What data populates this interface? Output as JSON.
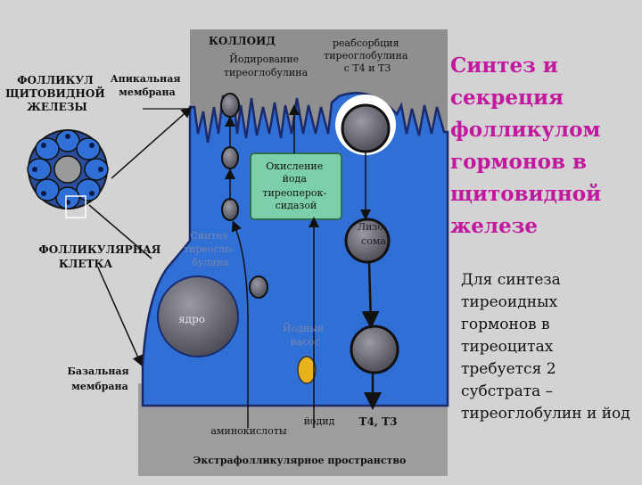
{
  "title": "Синтез и секреция фолликулом гормонов в щитовидной железе",
  "description": "Для синтеза тиреоидных гормонов в тиреоцитах требуется 2 субстрата – тиреоглобулин и йод",
  "diagram": {
    "colloid": "КОЛЛОИД",
    "iodination": [
      "Йодирование",
      "тиреоглобулина"
    ],
    "reabsorption": [
      "реабсорбция",
      "тиреоглобулина",
      "с Т4 и Т3"
    ],
    "follicle": [
      "ФОЛЛИКУЛ",
      "ЩИТОВИДНОЙ",
      "ЖЕЛЕЗЫ"
    ],
    "apical": [
      "Апикальная",
      "мембрана"
    ],
    "oxidation": [
      "Окисление",
      "йода",
      "тиреоперок-",
      "сидазой"
    ],
    "synthesis": [
      "Синтез",
      "тиреогло-",
      "булина"
    ],
    "lysosome": [
      "Лизо-",
      "сома"
    ],
    "follicular_cell": [
      "ФОЛЛИКУЛЯРНАЯ",
      "КЛЕТКА"
    ],
    "nucleus": "ядро",
    "iodide_pump": [
      "Йодный",
      "насос"
    ],
    "basal": [
      "Базальная",
      "мембрана"
    ],
    "amino_acids": "аминокислоты",
    "iodide": "йодид",
    "hormones": "Т4, Т3",
    "extrafollicular": "Экстрафолликулярное пространство"
  },
  "colors": {
    "cell": "#2f6fd6",
    "cell_outline": "#1a2a6c",
    "colloid": "#8f8f8f",
    "extra": "#9d9d9d",
    "box": "#7cd0a9",
    "title": "#c2189f",
    "pump": "#e8b21a"
  }
}
